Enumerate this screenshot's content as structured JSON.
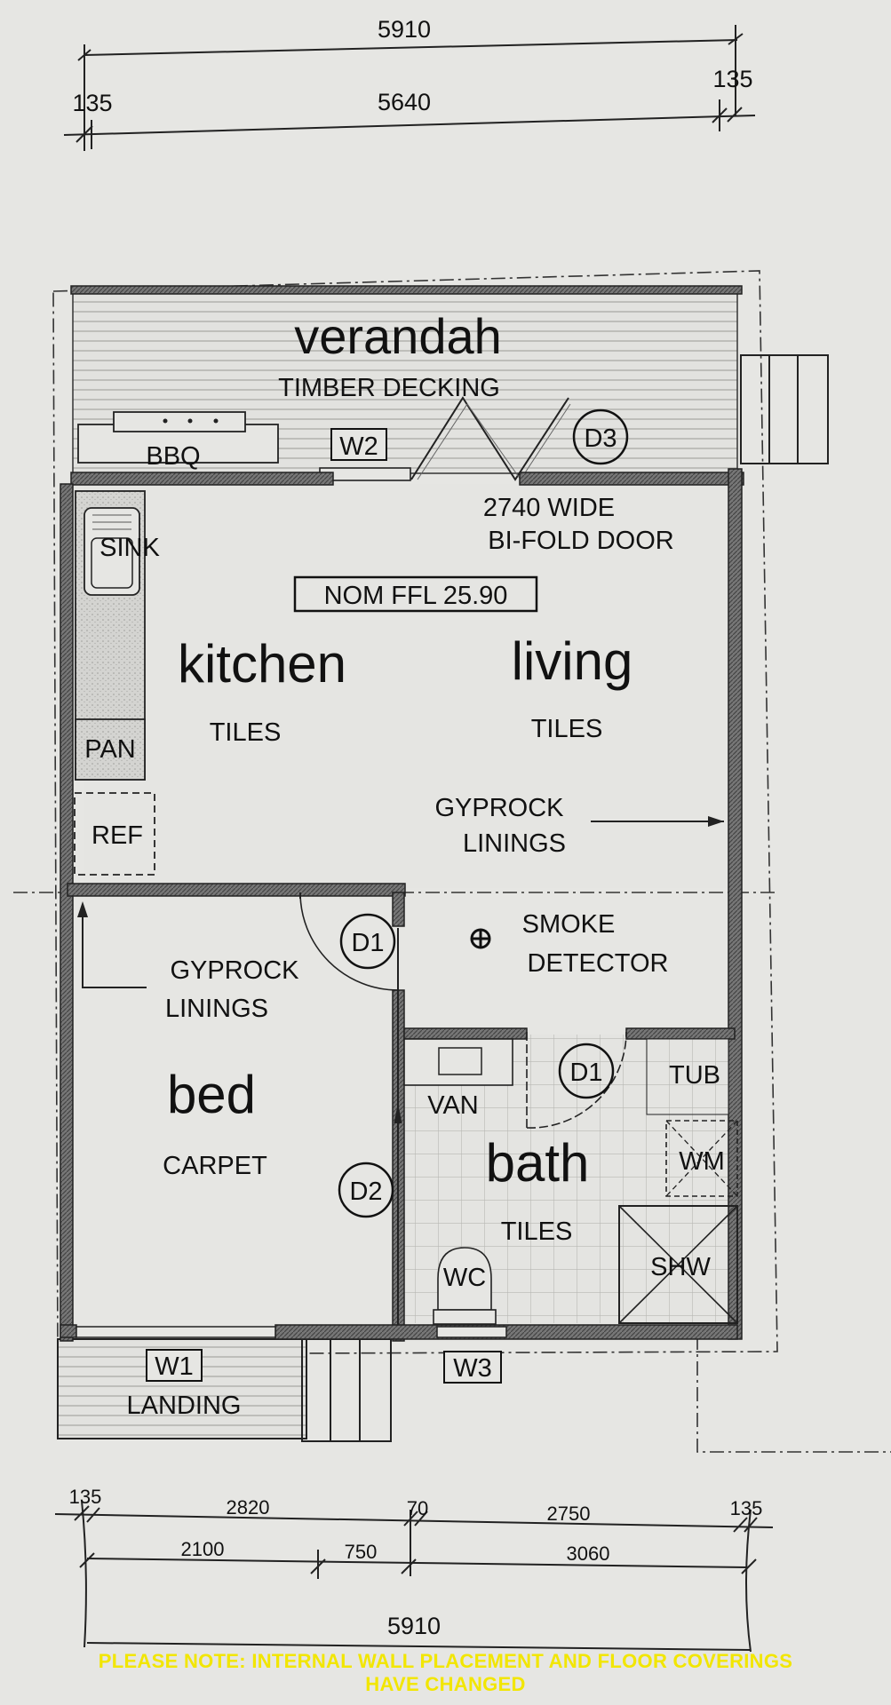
{
  "dimensions": {
    "top_overall": "5910",
    "top_left_wall": "135",
    "top_inner": "5640",
    "top_right_wall": "135",
    "bottom_left_wall": "135",
    "bottom_bed": "2820",
    "bottom_wall": "70",
    "bottom_bath": "2750",
    "bottom_right_wall": "135",
    "bottom_seg1": "2100",
    "bottom_seg2": "750",
    "bottom_seg3": "3060",
    "bottom_overall": "5910"
  },
  "rooms": {
    "verandah": "verandah",
    "verandah_floor": "TIMBER DECKING",
    "kitchen": "kitchen",
    "kitchen_floor": "TILES",
    "living": "living",
    "living_floor": "TILES",
    "bed": "bed",
    "bed_floor": "CARPET",
    "bath": "bath",
    "bath_floor": "TILES",
    "landing": "LANDING"
  },
  "labels": {
    "bbq": "BBQ",
    "sink": "SINK",
    "pan": "PAN",
    "ref": "REF",
    "van": "VAN",
    "tub": "TUB",
    "wm": "WM",
    "shw": "SHW",
    "wc": "WC",
    "nom_ffl": "NOM FFL 25.90",
    "bifold_line1": "2740 WIDE",
    "bifold_line2": "BI-FOLD DOOR",
    "gyprock_right_line1": "GYPROCK",
    "gyprock_right_line2": "LININGS",
    "gyprock_left_line1": "GYPROCK",
    "gyprock_left_line2": "LININGS",
    "smoke_line1": "SMOKE",
    "smoke_line2": "DETECTOR"
  },
  "tags": {
    "w1": "W1",
    "w2": "W2",
    "w3": "W3",
    "d1_bed": "D1",
    "d1_bath": "D1",
    "d2": "D2",
    "d3": "D3"
  },
  "note": {
    "line1": "PLEASE NOTE: INTERNAL WALL PLACEMENT AND FLOOR COVERINGS",
    "line2": "HAVE CHANGED"
  }
}
